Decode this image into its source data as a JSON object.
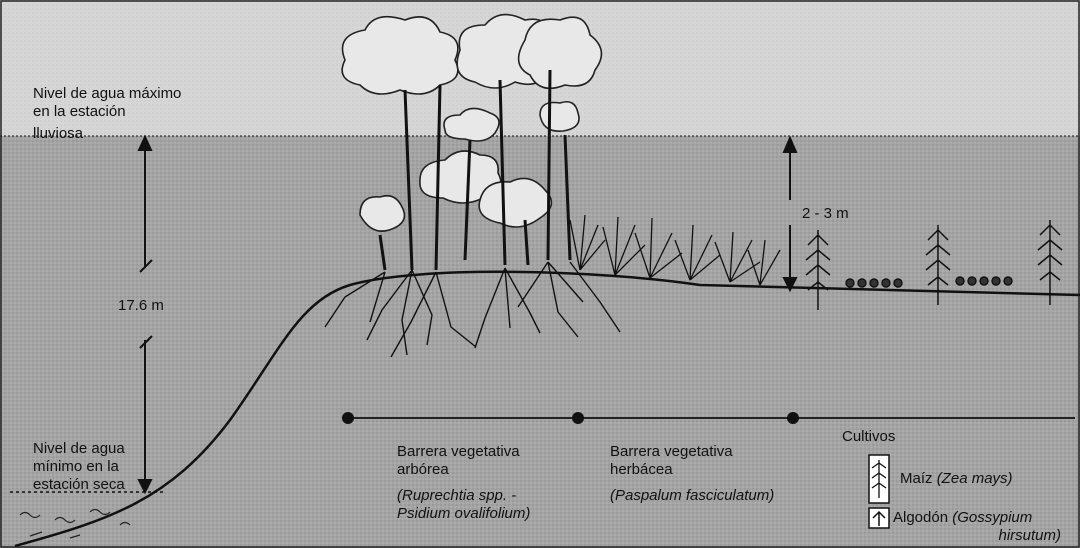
{
  "labels": {
    "max_level": [
      "Nivel de agua máximo",
      "en la estación",
      "lluviosa"
    ],
    "min_level": [
      "Nivel de agua",
      "mínimo  en la",
      "estación seca"
    ],
    "height_big": "17.6 m",
    "height_small": "2 - 3 m",
    "arborea_title": [
      "Barrera vegetativa",
      "arbórea"
    ],
    "arborea_species": [
      "(Ruprechtia spp. -",
      "Psidium ovalifolium)"
    ],
    "herbacea_title": [
      "Barrera vegetativa",
      "herbácea"
    ],
    "herbacea_species": "(Paspalum fasciculatum)",
    "cultivos_title": "Cultivos",
    "maiz": {
      "name": "Maíz",
      "species": "(Zea mays)"
    },
    "algodon": {
      "name": "Algodón",
      "species": "(Gossypium",
      "species2": "hirsutum)"
    }
  },
  "colors": {
    "water": "#a9a9a9",
    "sky": "#d9d9d9",
    "soil_outline": "#111111",
    "vegetation": "#222222"
  },
  "icons": [
    "maize-icon",
    "cotton-icon",
    "tree-icon",
    "grass-icon"
  ]
}
